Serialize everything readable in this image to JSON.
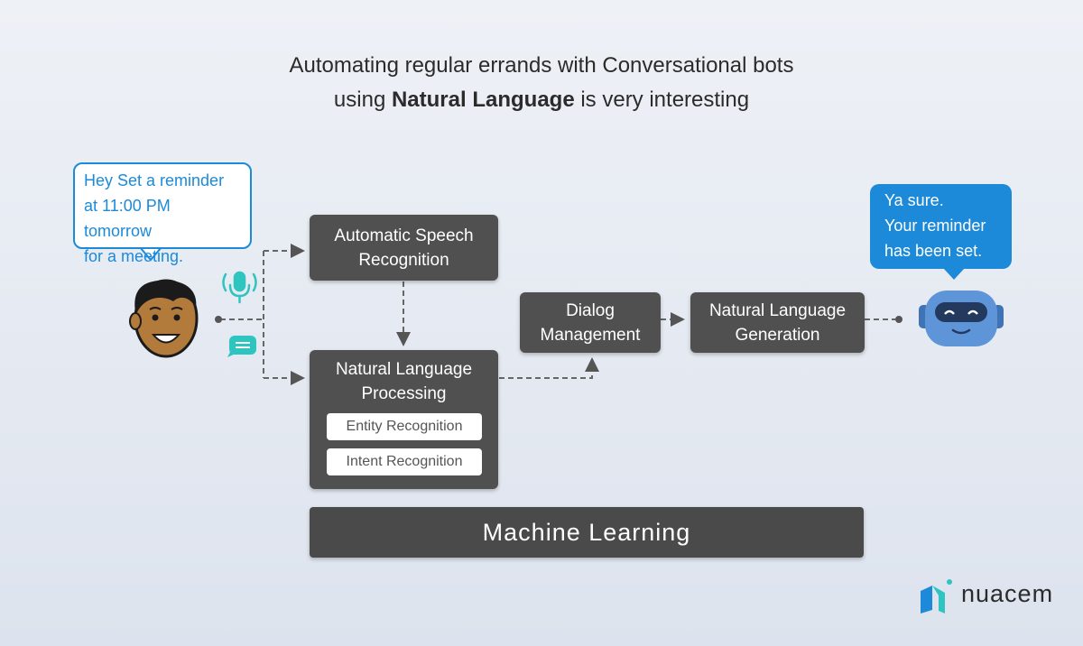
{
  "title": {
    "line1": "Automating regular errands with Conversational bots",
    "line2_prefix": "using ",
    "line2_bold": "Natural Language",
    "line2_suffix": " is very interesting"
  },
  "user_bubble": {
    "text": "Hey Set a reminder\nat 11:00 PM tomorrow\nfor a meeting."
  },
  "bot_bubble": {
    "text": "Ya sure.\nYour reminder\nhas been set."
  },
  "nodes": {
    "asr": "Automatic Speech\nRecognition",
    "nlp": "Natural Language\nProcessing",
    "entity": "Entity Recognition",
    "intent": "Intent Recognition",
    "dialog": "Dialog\nManagement",
    "nlg": "Natural Language\nGeneration",
    "ml": "Machine Learning"
  },
  "logo": {
    "text": "nuacem"
  },
  "icons": [
    "user-avatar",
    "microphone-icon",
    "chat-icon",
    "robot-icon",
    "nuacem-logo-icon"
  ],
  "colors": {
    "accent": "#1c8ad9",
    "box": "#505050",
    "ml_bar": "#4a4a4a",
    "mic": "#2ec4c0"
  }
}
